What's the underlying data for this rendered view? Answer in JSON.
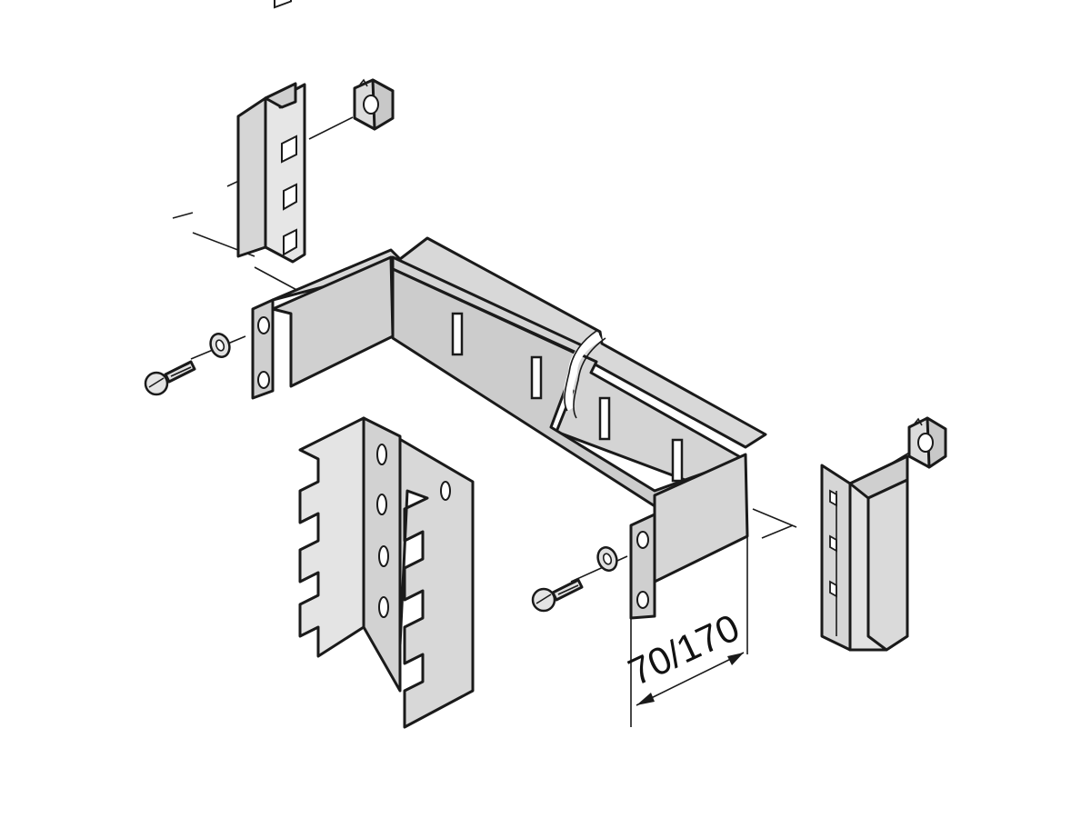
{
  "diagram": {
    "dimension_label": "70/170",
    "colors": {
      "metal_light": "#e2e2e2",
      "metal_mid": "#d0d0d0",
      "metal_dark": "#b8b8b8",
      "outline": "#1a1a1a",
      "background": "#ffffff"
    },
    "parts": [
      "rack-rail-top-left",
      "cage-nut-top",
      "cage-nut-right",
      "rack-rail-right",
      "mounting-bracket",
      "screw-left",
      "washer-left",
      "screw-right",
      "washer-right",
      "slotted-side-profile"
    ]
  }
}
